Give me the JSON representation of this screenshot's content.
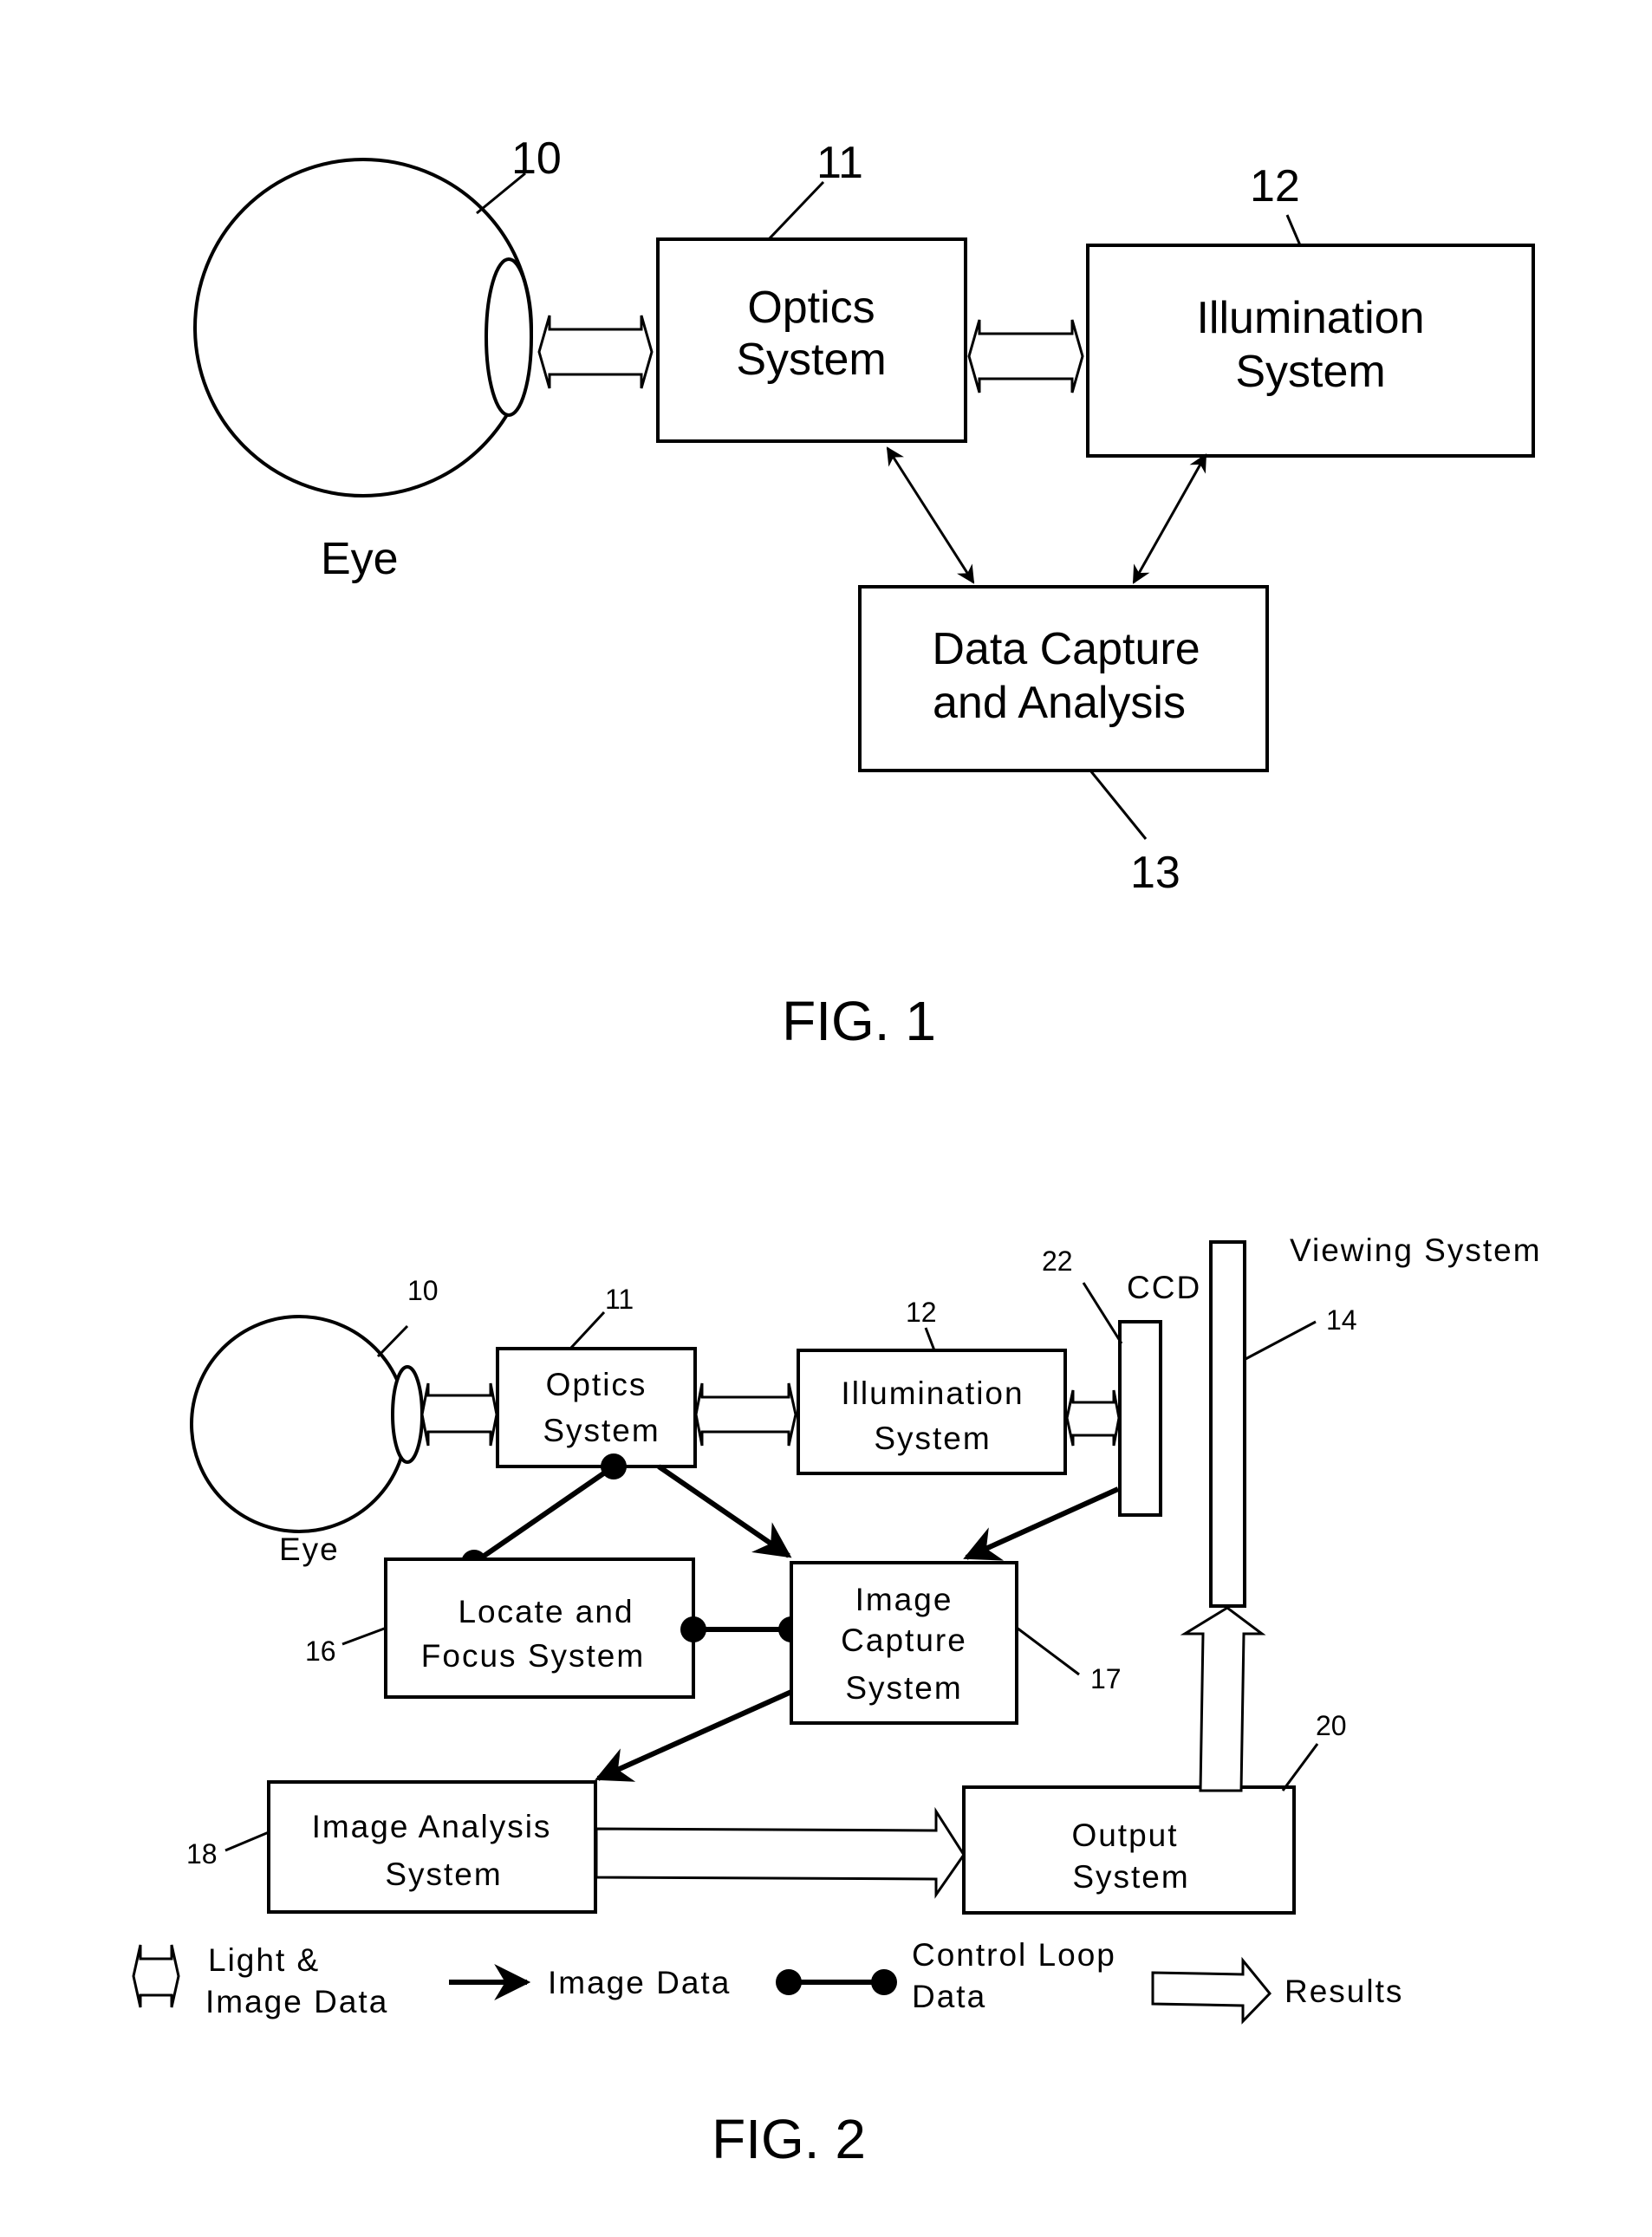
{
  "fig1": {
    "caption": "FIG. 1",
    "eye": {
      "label": "Eye",
      "ref": "10"
    },
    "optics": {
      "line1": "Optics",
      "line2": "System",
      "ref": "11"
    },
    "illumination": {
      "line1": "Illumination",
      "line2": "System",
      "ref": "12"
    },
    "data_capture": {
      "line1": "Data Capture",
      "line2": "and Analysis",
      "ref": "13"
    }
  },
  "fig2": {
    "caption": "FIG. 2",
    "eye": {
      "label": "Eye",
      "ref": "10"
    },
    "optics": {
      "line1": "Optics",
      "line2": "System",
      "ref": "11"
    },
    "illumination": {
      "line1": "Illumination",
      "line2": "System",
      "ref": "12"
    },
    "ccd": {
      "label": "CCD",
      "ref": "22"
    },
    "viewing": {
      "label": "Viewing System",
      "ref": "14"
    },
    "locate": {
      "line1": "Locate and",
      "line2": "Focus System",
      "ref": "16"
    },
    "capture": {
      "line1": "Image",
      "line2": "Capture",
      "line3": "System",
      "ref": "17"
    },
    "analysis": {
      "line1": "Image Analysis",
      "line2": "System",
      "ref": "18"
    },
    "output": {
      "line1": "Output",
      "line2": "System",
      "ref": "20"
    },
    "legend": {
      "light": {
        "line1": "Light &",
        "line2": "Image Data"
      },
      "image": {
        "label": "Image Data"
      },
      "control": {
        "line1": "Control Loop",
        "line2": "Data"
      },
      "results": {
        "label": "Results"
      }
    }
  }
}
